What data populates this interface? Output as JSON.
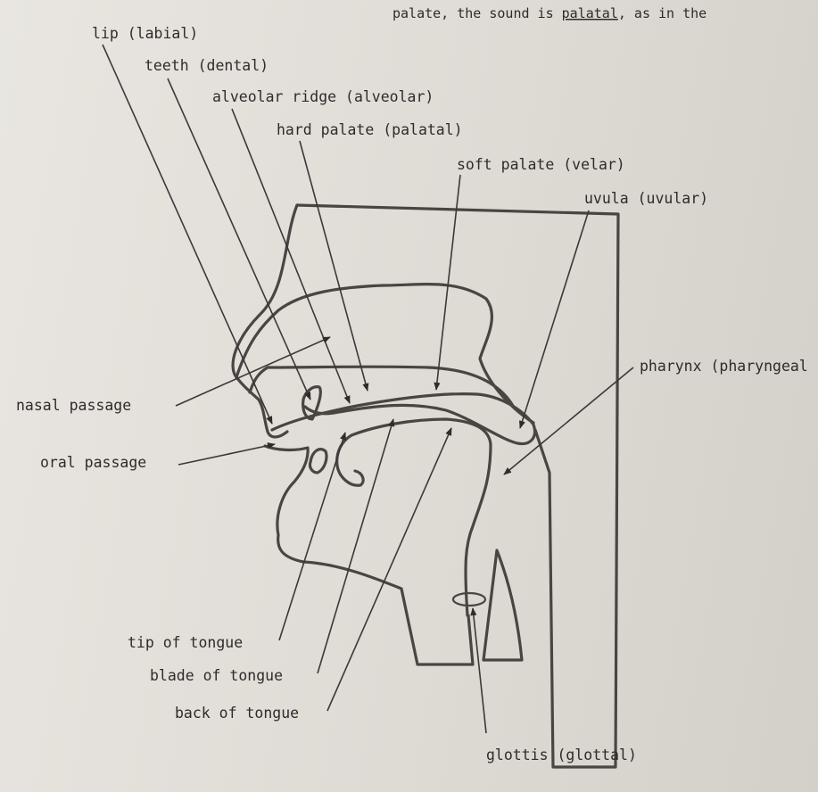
{
  "top_text": {
    "part1": "palate, the sound is ",
    "emph": "palatal",
    "part2": ", as in the"
  },
  "labels": {
    "lip": "lip (labial)",
    "teeth": "teeth (dental)",
    "alveolar": "alveolar ridge (alveolar)",
    "hard_palate": "hard palate (palatal)",
    "soft_palate": "soft palate (velar)",
    "uvula": "uvula (uvular)",
    "pharynx": "pharynx (pharyngeal",
    "nasal_passage": "nasal passage",
    "oral_passage": "oral passage",
    "tip_tongue": "tip of tongue",
    "blade_tongue": "blade of tongue",
    "back_tongue": "back of tongue",
    "glottis": "glottis (glottal)"
  },
  "colors": {
    "paper": "#e6e3de",
    "ink": "#4a4442",
    "text": "#2e2b2b"
  }
}
